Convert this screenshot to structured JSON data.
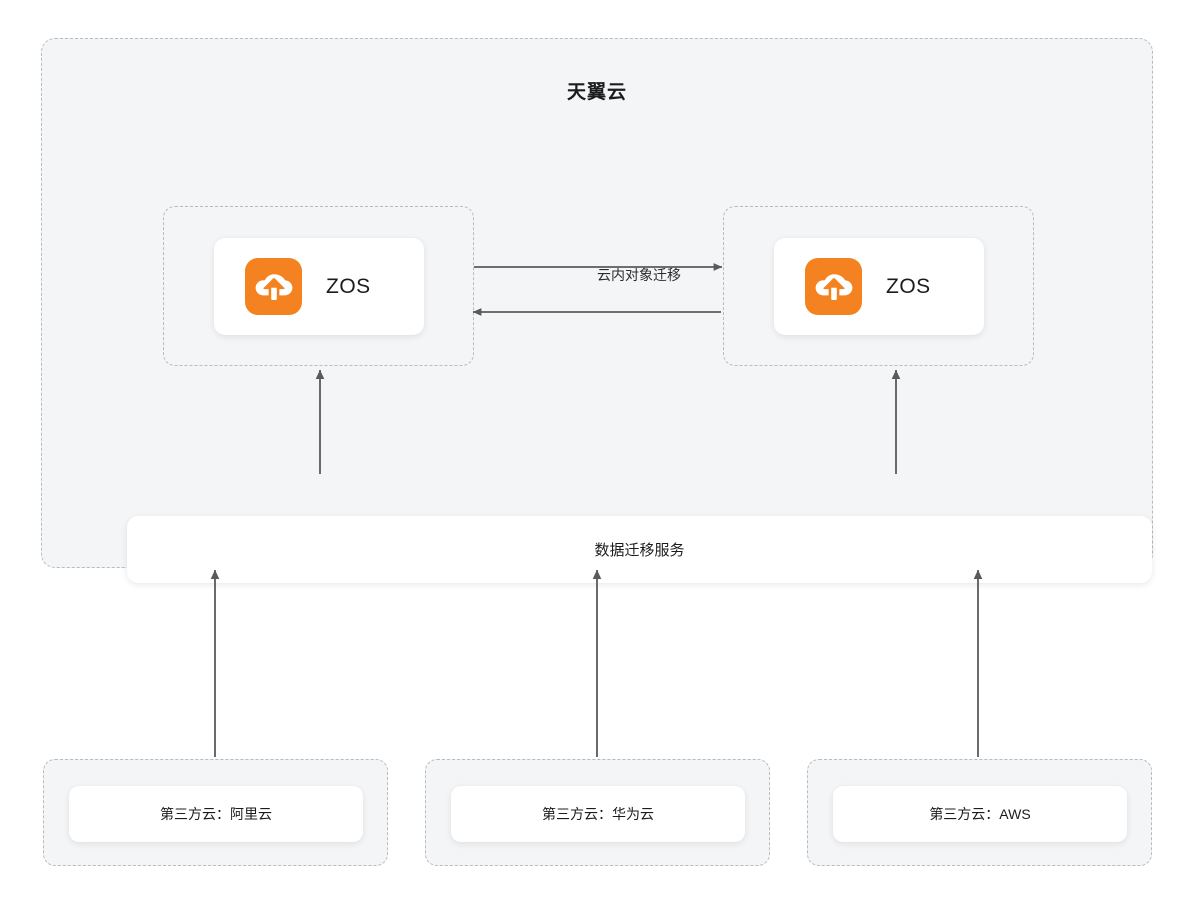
{
  "diagram": {
    "title": "天翼云",
    "colors": {
      "brand_orange": "#f58220",
      "container_fill": "#f4f5f7",
      "dashed_border": "#b9bbc0",
      "arrow": "#5a5a5e",
      "card_bg": "#ffffff",
      "text": "#1c1c1e"
    },
    "regions": [
      {
        "id": "region-left",
        "service_label": "ZOS",
        "icon": "cloud-upload-icon"
      },
      {
        "id": "region-right",
        "service_label": "ZOS",
        "icon": "cloud-upload-icon"
      }
    ],
    "migration_link": {
      "label": "云内对象迁移",
      "direction": "bidirectional"
    },
    "service_bar": {
      "label": "数据迁移服务"
    },
    "third_party_clouds": [
      {
        "id": "tp-aliyun",
        "label": "第三方云：阿里云"
      },
      {
        "id": "tp-huawei",
        "label": "第三方云：华为云"
      },
      {
        "id": "tp-aws",
        "label": "第三方云：AWS"
      }
    ]
  }
}
